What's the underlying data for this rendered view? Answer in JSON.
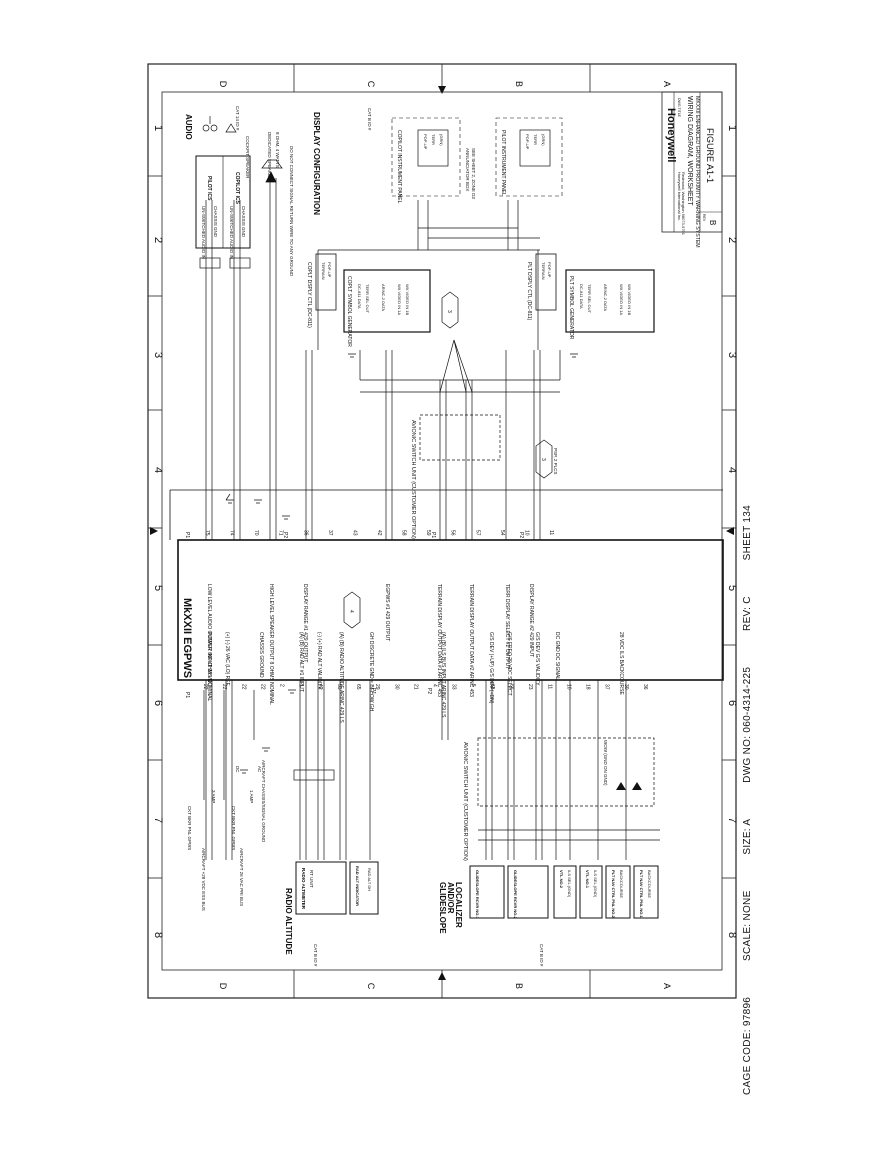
{
  "frame": {
    "zones_top": [
      "D",
      "C",
      "B",
      "A"
    ],
    "zones_side": [
      "1",
      "2",
      "3",
      "4",
      "5",
      "6",
      "7",
      "8"
    ]
  },
  "title_block": {
    "brand": "Honeywell",
    "company_1": "Honeywell International Inc.",
    "company_2": "Redmond, Washington 98073-9701",
    "dwg_title_label": "DWG TITLE",
    "title_1": "WIRING DIAGRAM,   WORKSHEET",
    "title_2": "MKXXII ENHANCED GROUND PROXIMITY WARNING SYSTEM",
    "figure": "FIGURE A1-1",
    "rev_label": "REV",
    "rev": "B"
  },
  "sections": {
    "audio": "AUDIO",
    "display_config": "DISPLAY CONFIGURATION",
    "radio_altitude": "RADIO ALTITUDE",
    "glideslope_1": "GLIDESLOPE",
    "glideslope_2": "AND/OR",
    "glideslope_3": "LOCALIZER"
  },
  "egpws": {
    "title": "MkXXII EGPWS",
    "left_labels": [
      "POWER INPUT 28 VDC",
      "(+)  (-) 26 VAC (LO) REF",
      "CHASSIS GROUND",
      "(A)  (B) RAD ALT #1 INPUT",
      "(-)  (+) RAD ALT VALIDITY",
      "(A)  (B) RADIO ALTITUDE ARINC 429 LS",
      "GH DISCRETE GND = BELOW GH",
      "(A)  (B) ILS BUS INPUT ARINC 429 LS",
      "G/S DEV (+UP)   G/S DEV (+DN)",
      "G/S FREQ 29 VDC SELECT",
      "G/S DEV  G/S VALIDITY",
      "DC GND  DC SIGNAL",
      "28 VDC  ILS BACKCOURSE"
    ],
    "right_labels": [
      "LOW LEVEL AUDIO OUTPUT 600 OHMS NOMINAL",
      "HIGH LEVEL SPEAKER OUTPUT 8 OHMS NOMINAL",
      "DISPLAY RANGE #1 429 OUTPUT",
      "EGPWS #1 429 OUTPUT",
      "TERRAIN DISPLAY OUTPUT DATA #1 ARINC 453",
      "TERRAIN DISPLAY OUTPUT DATA #2 ARINC 453",
      "TERR DISPLAY SELECT #2 OUTPUT",
      "DISPLAY RANGE #2 429 INPUT"
    ],
    "pins_left": [
      "22",
      "22",
      "22",
      "22",
      "2",
      "1",
      "42",
      "53",
      "65",
      "29",
      "30",
      "21",
      "4",
      "33",
      "5",
      "65",
      "66",
      "23",
      "11",
      "10",
      "18",
      "37",
      "30",
      "36"
    ],
    "pins_right": [
      "75",
      "74",
      "70",
      "71",
      "36",
      "37",
      "43",
      "42",
      "58",
      "59",
      "56",
      "57",
      "54",
      "10",
      "11"
    ],
    "pin_groups": [
      "P1",
      "P1",
      "P2",
      "P1",
      "P2",
      "P1",
      "P2"
    ]
  },
  "audio_block": {
    "box_l1": "UN-SWITCHED AUDIO IN",
    "box_l2": "CHASSIS GND",
    "box_l3": "UN-SWITCHED AUDIO IN",
    "box_l4": "CHASSIS GND",
    "pilot_ics": "PILOT ICS",
    "copilot_ics": "COPILOT ICS",
    "cockpit_speaker": "COCKPIT SPEAKER",
    "dedicated": "DEDICATED SPEAKER",
    "speaker_spec": "8 OHM, 4 WATTS",
    "cat_a": "CAT 14 ID #",
    "no_connect": "DO NOT CONNECT SIGNAL RETURN WIRE TO ANY GROUND"
  },
  "display_block": {
    "cat_b": "CAT B ID #",
    "copilot_panel": "COPILOT INSTRUMENT PANEL",
    "pilot_panel": "PILOT INSTRUMENT PANEL",
    "annunciator": "ANNUNCIATOR BOX",
    "annunciator_2": "SEE SHEET 2, ZONE D3",
    "copilot_ctl": "COPLT DSPLY CTL (DC-811)",
    "pilot_ctl": "PLT DSPLY CTL (DC-811)",
    "copilot_gen": "COPLT SYMBOL GENERATOR",
    "pilot_gen": "PLT SYMBOL GENERATOR",
    "gen_lines": [
      "DC-811 DATA",
      "TERR SEL OUT",
      "ARINC-2 DATA",
      "WX VIDEO IN 1A",
      "WX VIDEO IN 1B"
    ],
    "ctl_lines": [
      "TERRAIN",
      "POP-UP",
      "SELECT"
    ],
    "switch_unit": "AVIONIC SWITCH UNIT (CUSTOMER OPTION)",
    "pop_up": "POP-UP",
    "terr": "TERR",
    "grn": "(GRN)",
    "hex_3": "3",
    "hex_4": "4",
    "plcs": "PSP, 2 PLCS"
  },
  "lower_block": {
    "switch_unit": "AVIONIC SWITCH UNIT (CUSTOMER OPTION)",
    "radio_alt_box": "RADIO ALTIMETER",
    "radio_alt_sub": "RT UNIT",
    "rad_alt_ind": "RAD ALT INDICATOR",
    "rad_alt_dh": "RAD ALT DH",
    "glide_1": "GLIDESLOPE RCVR NO.2",
    "glide_2": "GLIDESLOPE RCVR NO.1",
    "vtl_2": "VTL NO.2",
    "vtl_1": "VTL NO.1",
    "vtl_sub": "ILS SEL (GND)",
    "plt_ctrl_2": "PLT NAV CTRL PNL NO.2",
    "plt_ctrl_1": "PLT NAV CTRL PNL NO.1",
    "backcourse": "BACKCOURSE",
    "cat_c": "CAT B ID #",
    "cat_d": "CAT B ID #",
    "aircraft_28": "AIRCRAFT +28 VDC ESS BUS",
    "aircraft_26": "AIRCRAFT 26 VAC PRI BUS",
    "ckt_bkr_1": "CKT BKR PNL GPWS",
    "ckt_bkr_2": "CKT BKR PNL GPWS",
    "amp_3": "3 AMP",
    "amp_1": "1 AMP",
    "chassis": "AIRCRAFT CHASSIS/SIGNAL GROUND",
    "wow": "WOW (GND ON GND)",
    "dc": "DC",
    "ac": "AC"
  },
  "footer": {
    "cage": "CAGE CODE: 97896",
    "scale": "SCALE: NONE",
    "size": "SIZE: A",
    "dwg": "DWG NO: 060-4314-225",
    "rev": "REV: C",
    "sheet": "SHEET 134"
  }
}
